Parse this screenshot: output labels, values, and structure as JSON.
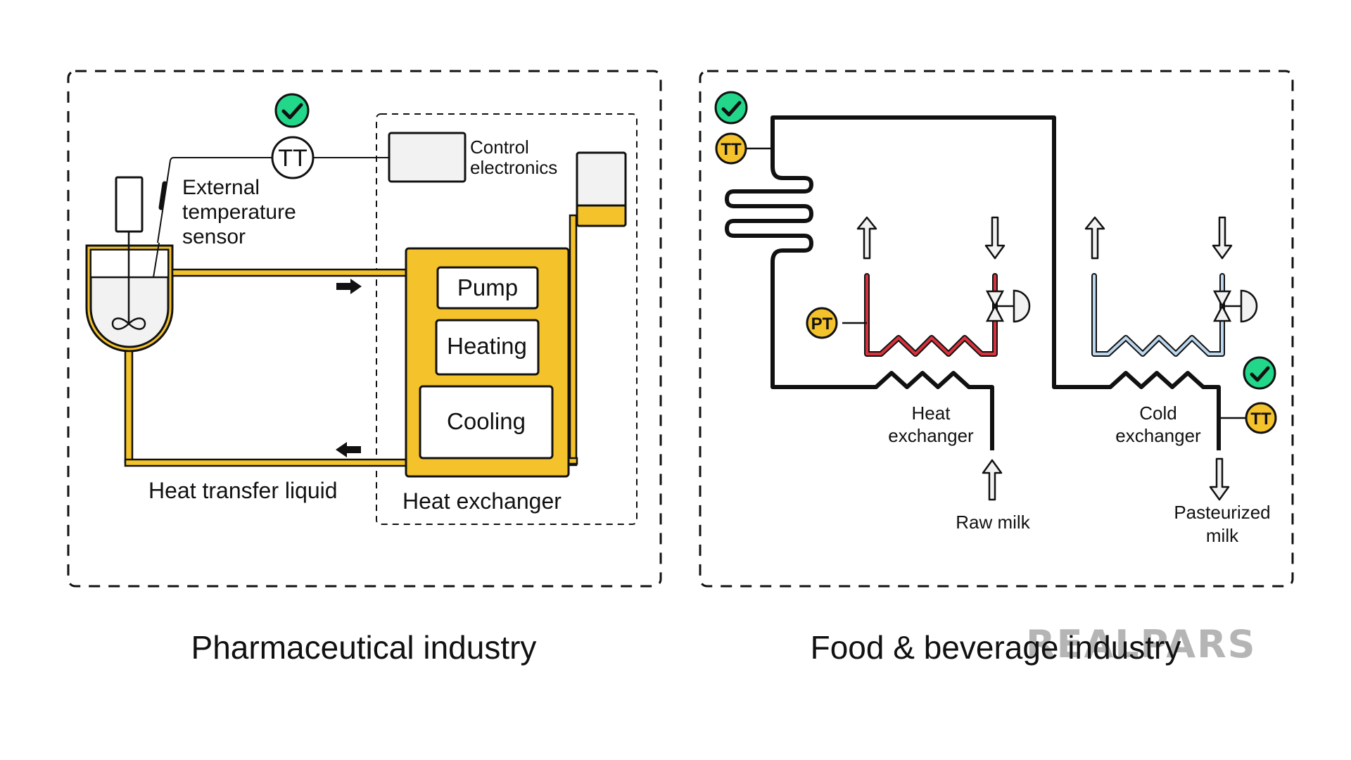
{
  "colors": {
    "yellow": "#f4c22b",
    "green_check": "#22d68a",
    "hot_line": "#d8323c",
    "cold_line": "#bcd7ee",
    "vessel_fill": "#f2f2f2",
    "stroke": "#111111",
    "watermark": "#b5b5b5"
  },
  "pharma": {
    "title": "Pharmaceutical industry",
    "tt_label": "TT",
    "sensor_label": [
      "External",
      "temperature",
      "sensor"
    ],
    "control_label": [
      "Control",
      "electronics"
    ],
    "unit_boxes": [
      "Pump",
      "Heating",
      "Cooling"
    ],
    "heat_exchanger_label": "Heat exchanger",
    "liquid_label": "Heat transfer liquid",
    "status_icon": "check-circle-icon"
  },
  "food": {
    "title": "Food & beverage industry",
    "tt_top_label": "TT",
    "pt_label": "PT",
    "tt_right_label": "TT",
    "heat_exchanger_label": [
      "Heat",
      "exchanger"
    ],
    "cold_exchanger_label": [
      "Cold",
      "exchanger"
    ],
    "raw_milk_label": "Raw milk",
    "pasteurized_label": [
      "Pasteurized",
      "milk"
    ],
    "status_icon": "check-circle-icon"
  },
  "watermark": "REALPARS"
}
